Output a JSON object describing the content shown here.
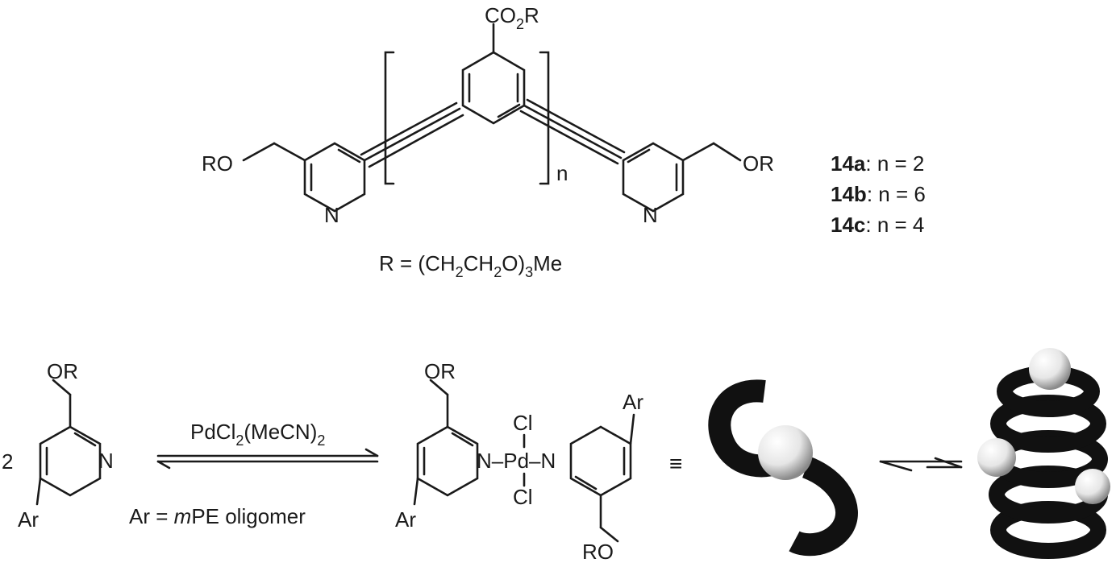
{
  "top": {
    "ester_label": "CO",
    "ester_sub": "2",
    "ester_r": "R",
    "ro_left": "RO",
    "or_right": "OR",
    "n_left": "N",
    "n_right": "N",
    "repeat_n": "n",
    "r_def": {
      "prefix": "R = (CH",
      "sub1": "2",
      "mid": "CH",
      "sub2": "2",
      "mid2": "O)",
      "sub3": "3",
      "suffix": "Me"
    }
  },
  "compounds": [
    {
      "id": "14a",
      "rest": ": n = 2"
    },
    {
      "id": "14b",
      "rest": ": n = 6"
    },
    {
      "id": "14c",
      "rest": ": n = 4"
    }
  ],
  "bottom": {
    "coefficient": "2",
    "left_or": "OR",
    "left_n": "N",
    "left_ar": "Ar",
    "reagent": {
      "p1": "PdCl",
      "s1": "2",
      "p2": "(MeCN)",
      "s2": "2"
    },
    "ar_def": {
      "p1": "Ar = ",
      "italic": "m",
      "p2": "PE oligomer"
    },
    "complex": {
      "or_top": "OR",
      "ar_left": "Ar",
      "ar_right": "Ar",
      "ro_bottom": "RO",
      "cl_top": "Cl",
      "cl_bottom": "Cl",
      "core": "N–Pd–N"
    },
    "equiv_symbol": "≡"
  }
}
